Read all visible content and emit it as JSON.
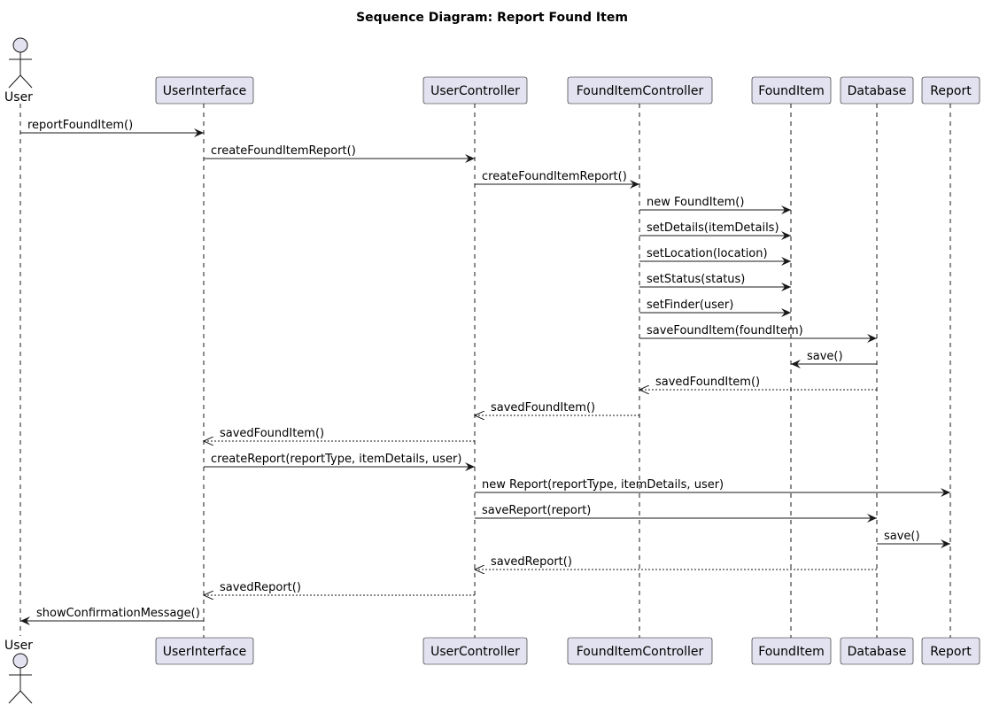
{
  "title": "Sequence Diagram: Report Found Item",
  "colors": {
    "participant_fill": "#e2e2f0",
    "participant_stroke": "#181818",
    "line": "#181818",
    "lifeline": "#181818"
  },
  "participants": [
    {
      "id": "user",
      "label": "User",
      "kind": "actor"
    },
    {
      "id": "ui",
      "label": "UserInterface",
      "kind": "box"
    },
    {
      "id": "uc",
      "label": "UserController",
      "kind": "box"
    },
    {
      "id": "fic",
      "label": "FoundItemController",
      "kind": "box"
    },
    {
      "id": "fi",
      "label": "FoundItem",
      "kind": "box"
    },
    {
      "id": "db",
      "label": "Database",
      "kind": "box"
    },
    {
      "id": "rep",
      "label": "Report",
      "kind": "box"
    }
  ],
  "messages": [
    {
      "from": "user",
      "to": "ui",
      "label": "reportFoundItem()",
      "kind": "sync"
    },
    {
      "from": "ui",
      "to": "uc",
      "label": "createFoundItemReport()",
      "kind": "sync"
    },
    {
      "from": "uc",
      "to": "fic",
      "label": "createFoundItemReport()",
      "kind": "sync"
    },
    {
      "from": "fic",
      "to": "fi",
      "label": "new FoundItem()",
      "kind": "sync"
    },
    {
      "from": "fic",
      "to": "fi",
      "label": "setDetails(itemDetails)",
      "kind": "sync"
    },
    {
      "from": "fic",
      "to": "fi",
      "label": "setLocation(location)",
      "kind": "sync"
    },
    {
      "from": "fic",
      "to": "fi",
      "label": "setStatus(status)",
      "kind": "sync"
    },
    {
      "from": "fic",
      "to": "fi",
      "label": "setFinder(user)",
      "kind": "sync"
    },
    {
      "from": "fic",
      "to": "db",
      "label": "saveFoundItem(foundItem)",
      "kind": "sync"
    },
    {
      "from": "db",
      "to": "fi",
      "label": "save()",
      "kind": "sync"
    },
    {
      "from": "db",
      "to": "fic",
      "label": "savedFoundItem()",
      "kind": "return"
    },
    {
      "from": "fic",
      "to": "uc",
      "label": "savedFoundItem()",
      "kind": "return"
    },
    {
      "from": "uc",
      "to": "ui",
      "label": "savedFoundItem()",
      "kind": "return"
    },
    {
      "from": "ui",
      "to": "uc",
      "label": "createReport(reportType, itemDetails, user)",
      "kind": "sync"
    },
    {
      "from": "uc",
      "to": "rep",
      "label": "new Report(reportType, itemDetails, user)",
      "kind": "sync"
    },
    {
      "from": "uc",
      "to": "db",
      "label": "saveReport(report)",
      "kind": "sync"
    },
    {
      "from": "db",
      "to": "rep",
      "label": "save()",
      "kind": "sync"
    },
    {
      "from": "db",
      "to": "uc",
      "label": "savedReport()",
      "kind": "return"
    },
    {
      "from": "uc",
      "to": "ui",
      "label": "savedReport()",
      "kind": "return"
    },
    {
      "from": "ui",
      "to": "user",
      "label": "showConfirmationMessage()",
      "kind": "sync"
    }
  ]
}
